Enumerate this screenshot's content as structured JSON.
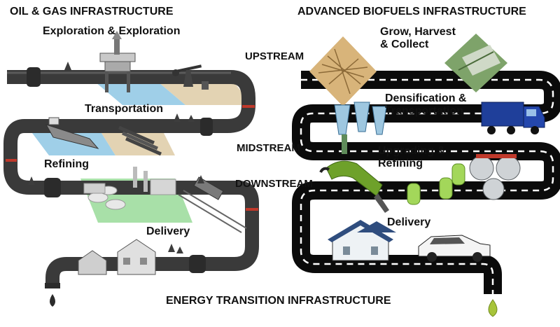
{
  "left": {
    "title": "OIL & GAS INFRASTRUCTURE",
    "exploration": "Exploration & Exploration",
    "transportation": "Transportation",
    "refining": "Refining",
    "delivery": "Delivery"
  },
  "right": {
    "title": "ADVANCED BIOFUELS INFRASTRUCTURE",
    "grow_line1": "Grow, Harvest",
    "grow_line2": "& Collect",
    "densify_line1": "Densification &",
    "densify_line2": "Transportation",
    "upgrade_line1": "Upgrading &",
    "upgrade_line2": "Refining",
    "delivery": "Delivery"
  },
  "stages": {
    "upstream": "UPSTREAM",
    "midstream": "MIDSTREAM",
    "downstream": "DOWNSTREAM"
  },
  "footer": "ENERGY TRANSITION INFRASTRUCTURE",
  "colors": {
    "pipe": "#3a3a3a",
    "road": "#0b0b0b",
    "water": "#9fcfe8",
    "ground": "#e3d3b3",
    "refinery_green": "#a8e0a8",
    "fuel_green": "#a7c43a"
  }
}
